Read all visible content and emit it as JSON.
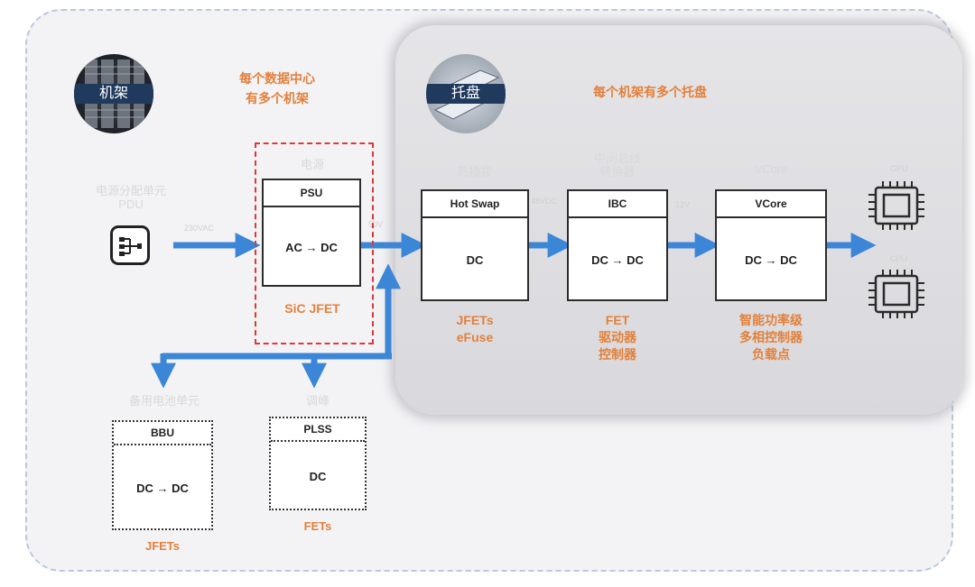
{
  "rack": {
    "badge": "机架",
    "caption_line1": "每个数据中心",
    "caption_line2": "有多个机架"
  },
  "tray": {
    "badge": "托盘",
    "caption": "每个机架有多个托盘"
  },
  "pdu": {
    "label_line1": "电源分配单元",
    "label_line2": "PDU"
  },
  "psu": {
    "group_label": "电源",
    "header": "PSU",
    "body": "AC → DC",
    "tech": "SiC JFET"
  },
  "hotswap": {
    "group_label": "热插拔",
    "header": "Hot Swap",
    "body": "DC",
    "tech_line1": "JFETs",
    "tech_line2": "eFuse"
  },
  "ibc": {
    "group_label_line1": "中间总线",
    "group_label_line2": "转换器",
    "header": "IBC",
    "body": "DC → DC",
    "tech_line1": "FET",
    "tech_line2": "驱动器",
    "tech_line3": "控制器"
  },
  "vcore": {
    "group_label": "VCore",
    "header": "VCore",
    "body": "DC → DC",
    "tech_line1": "智能功率级",
    "tech_line2": "多相控制器",
    "tech_line3": "负载点"
  },
  "bbu": {
    "group_label": "备用电池单元",
    "header": "BBU",
    "body": "DC → DC",
    "tech": "JFETs"
  },
  "plss": {
    "group_label": "调峰",
    "header": "PLSS",
    "body": "DC",
    "tech": "FETs"
  },
  "chip_labels": {
    "top": "GPU",
    "bottom": "CPU"
  },
  "small_labels": {
    "arrow1": "230VAC",
    "arrow2": "50V",
    "arrow3": "48VDC",
    "arrow4": "12V"
  }
}
